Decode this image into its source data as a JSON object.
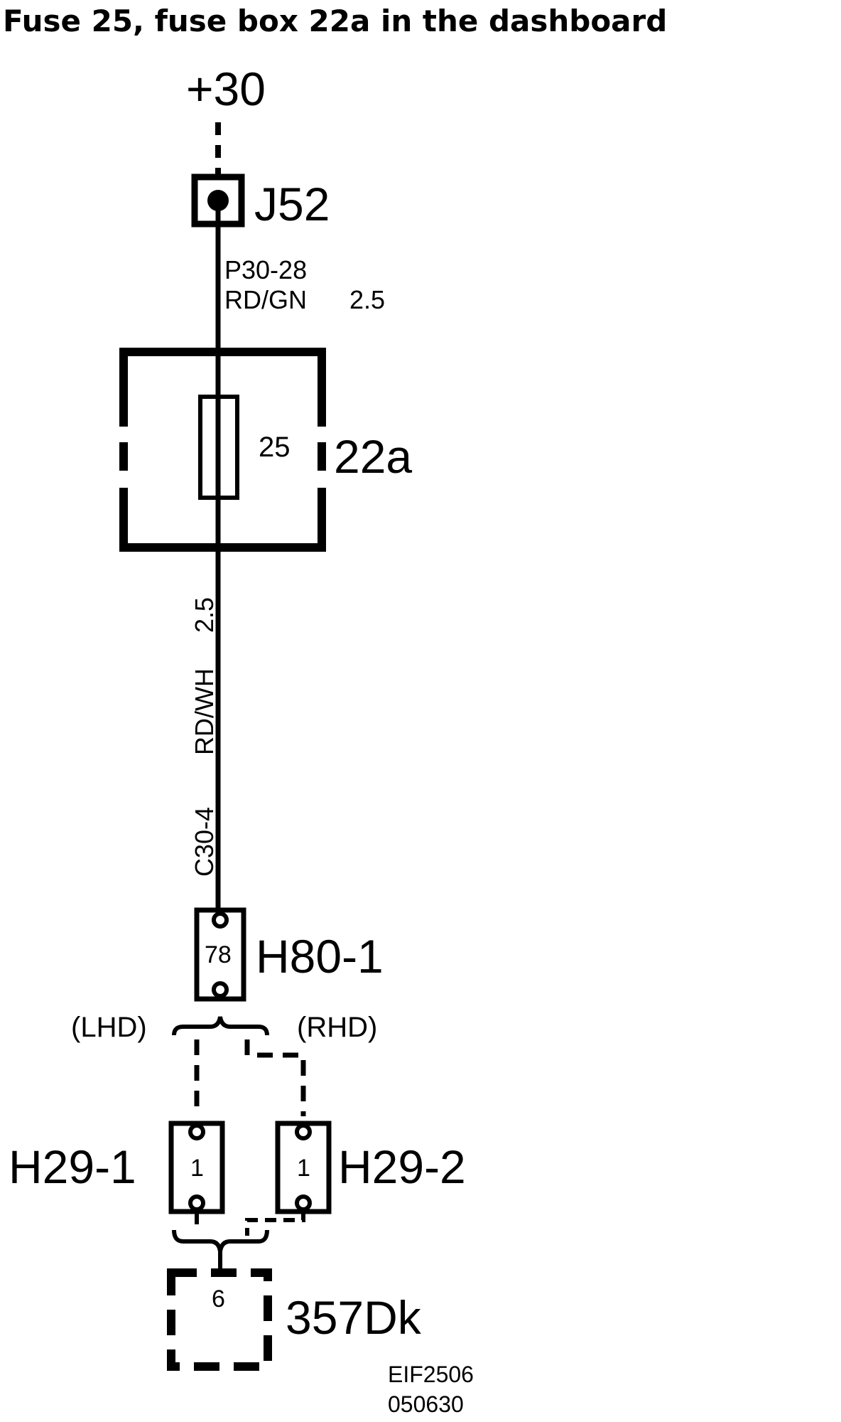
{
  "title": "Fuse 25, fuse box 22a in the dashboard",
  "supply": "+30",
  "junction": "J52",
  "wire_upper": {
    "id": "P30-28",
    "color": "RD/GN",
    "size": "2.5"
  },
  "fuse": {
    "number": "25",
    "box": "22a"
  },
  "wire_lower": {
    "size": "2.5",
    "color": "RD/WH",
    "id": "C30-4"
  },
  "connector_h80": {
    "pin": "78",
    "name": "H80-1"
  },
  "variants": {
    "left": "(LHD)",
    "right": "(RHD)"
  },
  "connector_h29_1": {
    "pin": "1",
    "name": "H29-1"
  },
  "connector_h29_2": {
    "pin": "1",
    "name": "H29-2"
  },
  "component": {
    "pin": "6",
    "name": "357Dk"
  },
  "drawing_ref": {
    "code": "EIF2506",
    "date": "050630"
  }
}
